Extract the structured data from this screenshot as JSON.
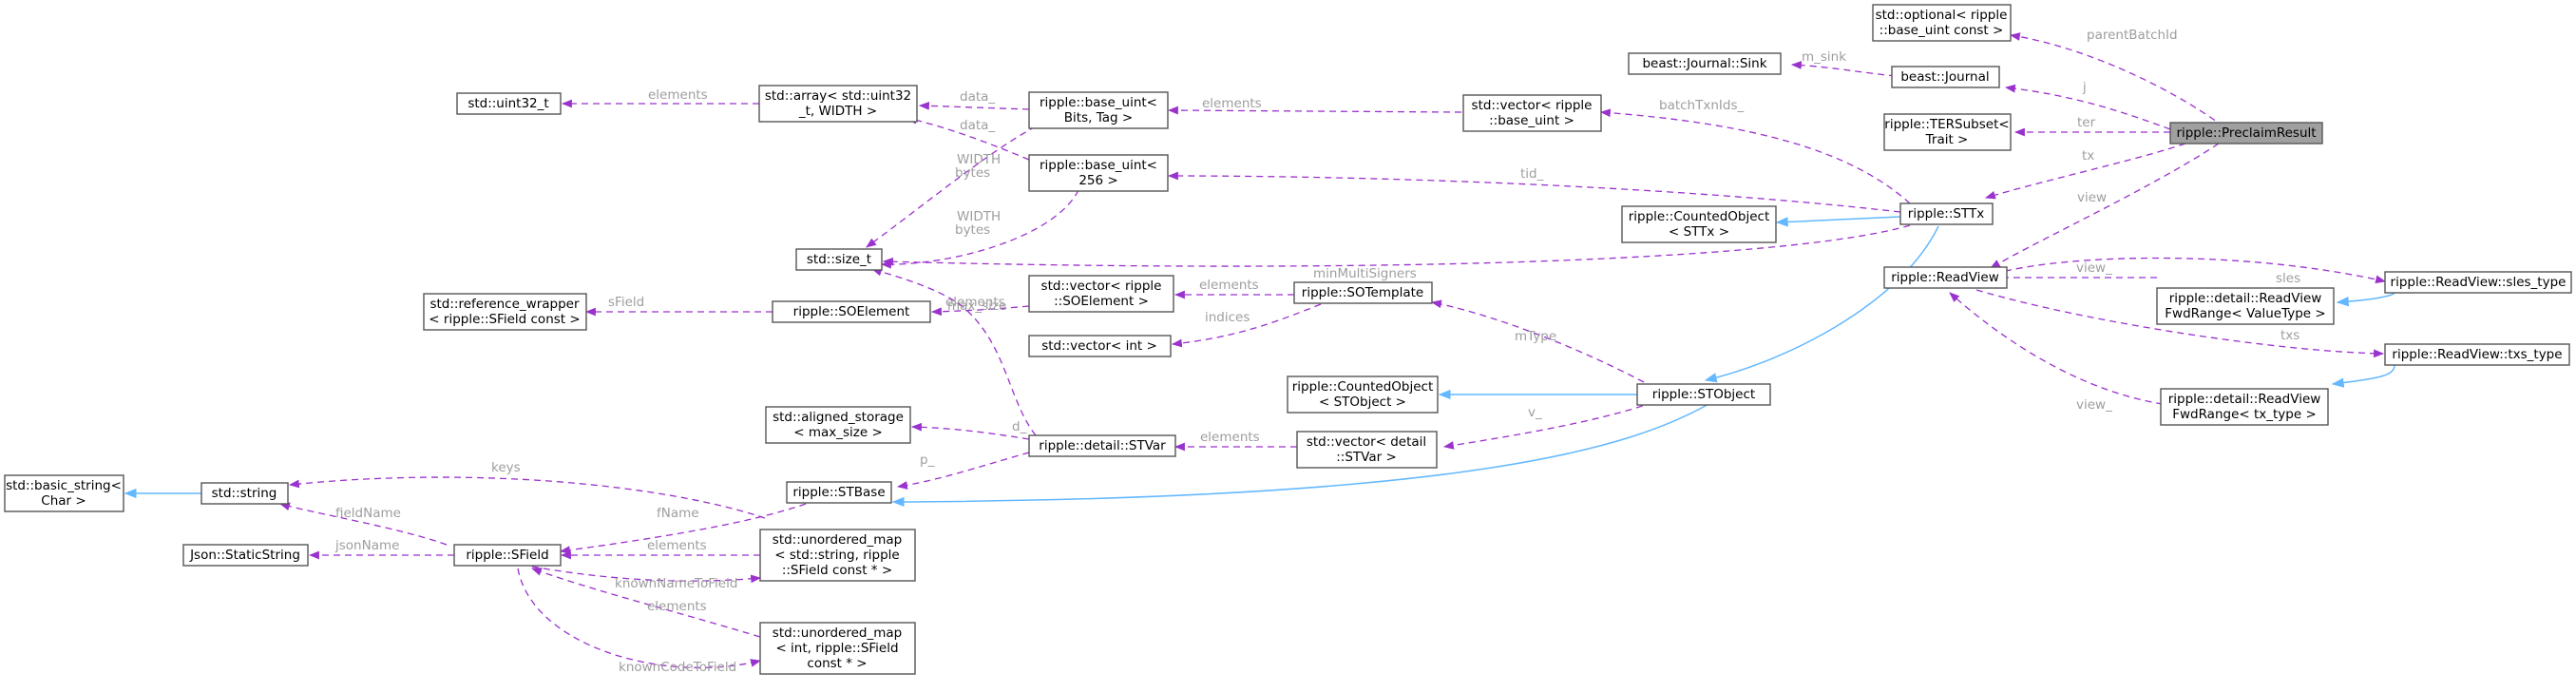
{
  "nodes": {
    "preclaim": [
      "ripple::PreclaimResult"
    ],
    "optional_base": [
      "std::optional< ripple",
      "::base_uint const >"
    ],
    "journal_sink": [
      "beast::Journal::Sink"
    ],
    "journal": [
      "beast::Journal"
    ],
    "ter_subset": [
      "ripple::TERSubset<",
      "Trait >"
    ],
    "sttx": [
      "ripple::STTx"
    ],
    "readview": [
      "ripple::ReadView"
    ],
    "vector_base_uint": [
      "std::vector< ripple",
      "::base_uint >"
    ],
    "base_uint_bits": [
      "ripple::base_uint<",
      "Bits, Tag >"
    ],
    "base_uint_256": [
      "ripple::base_uint<",
      "256 >"
    ],
    "array_uint32": [
      "std::array< std::uint32",
      "_t, WIDTH >"
    ],
    "uint32": [
      "std::uint32_t"
    ],
    "size_t": [
      "std::size_t"
    ],
    "counted_sttx": [
      "ripple::CountedObject",
      "< STTx >"
    ],
    "stobject": [
      "ripple::STObject"
    ],
    "counted_stobject": [
      "ripple::CountedObject",
      "< STObject >"
    ],
    "sotemplate": [
      "ripple::SOTemplate"
    ],
    "vector_soelement": [
      "std::vector< ripple",
      "::SOElement >"
    ],
    "vector_int": [
      "std::vector< int >"
    ],
    "soelement": [
      "ripple::SOElement"
    ],
    "reference_wrapper": [
      "std::reference_wrapper",
      "< ripple::SField const >"
    ],
    "aligned_storage": [
      "std::aligned_storage",
      "< max_size >"
    ],
    "stvar": [
      "ripple::detail::STVar"
    ],
    "vector_stvar": [
      "std::vector< detail",
      "::STVar >"
    ],
    "stbase": [
      "ripple::STBase"
    ],
    "std_string": [
      "std::string"
    ],
    "basic_string": [
      "std::basic_string<",
      "Char >"
    ],
    "sfield": [
      "ripple::SField"
    ],
    "json_static": [
      "Json::StaticString"
    ],
    "umap_string": [
      "std::unordered_map",
      "< std::string, ripple",
      "::SField const * >"
    ],
    "umap_int": [
      "std::unordered_map",
      "< int, ripple::SField",
      "const * >"
    ],
    "sles_type": [
      "ripple::ReadView::sles_type"
    ],
    "fwd_valuetype": [
      "ripple::detail::ReadView",
      "FwdRange< ValueType >"
    ],
    "txs_type": [
      "ripple::ReadView::txs_type"
    ],
    "fwd_txtype": [
      "ripple::detail::ReadView",
      "FwdRange< tx_type >"
    ]
  },
  "edge_labels": {
    "parentBatchId": "parentBatchId",
    "m_sink": "m_sink",
    "j": "j",
    "ter": "ter",
    "tx": "tx",
    "view": "view",
    "batchTxnIds": "batchTxnIds_",
    "elements_vec_base": "elements",
    "data_1": "data_",
    "data_2": "data_",
    "elements_array": "elements",
    "width_bytes_1": [
      "WIDTH",
      "bytes"
    ],
    "width_bytes_2": [
      "WIDTH",
      "bytes"
    ],
    "tid": "tid_",
    "minMultiSigners": "minMultiSigners",
    "mType": "mType",
    "elements_soelem": "elements",
    "indices": "indices",
    "sField": "sField",
    "max_size": "max_size",
    "v": "v_",
    "elements_stvar": "elements",
    "d": "d_",
    "p": "p_",
    "keys": "keys",
    "fieldName": "fieldName",
    "fName": "fName",
    "jsonName": "jsonName",
    "elements_umap": "elements",
    "knownNameToField": "knownNameToField",
    "elements_umap2": "elements",
    "knownCodeToField": "knownCodeToField",
    "sles": "sles",
    "view_fwd1": "view_",
    "txs": "txs",
    "view_fwd2": "view_"
  },
  "colors": {
    "dependency_edge": "#9a32cd",
    "inheritance_edge": "#63b8ff",
    "focus_node_fill": "#a0a0a0",
    "edge_label": "#9e9e9e"
  }
}
